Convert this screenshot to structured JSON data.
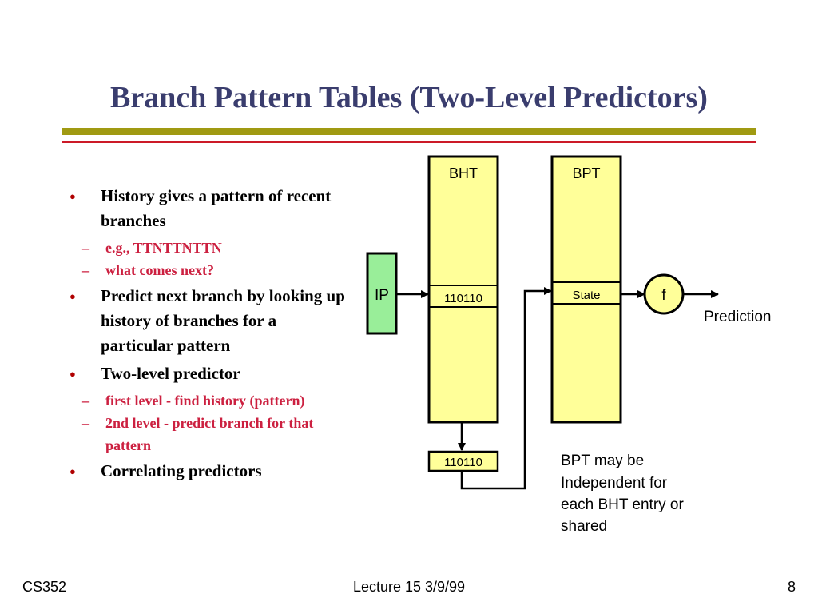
{
  "slide": {
    "title": "Branch Pattern Tables (Two-Level Predictors)",
    "colors": {
      "title": "#3a3d6e",
      "rule_olive": "#a09a12",
      "rule_red": "#cc1a28",
      "table_fill": "#ffff99",
      "ip_fill": "#99ee99",
      "sub_bullet": "#cc2040"
    }
  },
  "bullets": [
    {
      "text": "History gives a pattern of recent branches",
      "subs": [
        "e.g., TTNTTNTTN",
        "what comes next?"
      ]
    },
    {
      "text": "Predict next branch by looking up history of branches for a particular pattern",
      "subs": []
    },
    {
      "text": "Two-level predictor",
      "subs": [
        "first level - find history (pattern)",
        "2nd level - predict branch for that pattern"
      ]
    },
    {
      "text": "Correlating predictors",
      "subs": []
    }
  ],
  "diagram": {
    "bht_label": "BHT",
    "bpt_label": "BPT",
    "ip_label": "IP",
    "bht_entry": "110110",
    "history_copy": "110110",
    "bpt_entry": "State",
    "function_label": "f",
    "output_label": "Prediction",
    "note_lines": [
      "BPT may be",
      "Independent for",
      "each BHT entry or",
      "shared"
    ]
  },
  "footer": {
    "left": "CS352",
    "center": "Lecture 15  3/9/99",
    "right": "8"
  }
}
